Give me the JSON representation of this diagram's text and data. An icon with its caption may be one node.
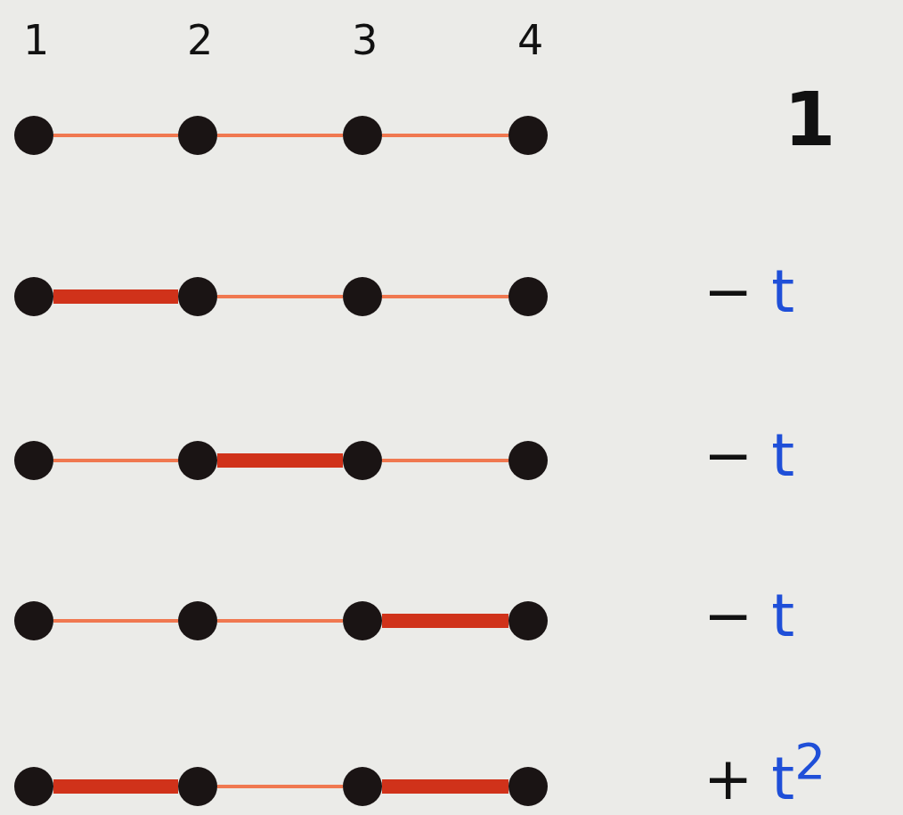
{
  "diagram": {
    "nodes": [
      {
        "text": [],
        "shape": "circle"
      },
      {
        "text": [],
        "shape": "circle"
      },
      {
        "text": [],
        "shape": "circle"
      },
      {
        "text": [],
        "shape": "circle"
      },
      {
        "text": [],
        "shape": "circle"
      },
      {
        "text": [],
        "shape": "circle"
      },
      {
        "text": [],
        "shape": "circle"
      },
      {
        "text": [],
        "shape": "circle"
      },
      {
        "text": [],
        "shape": "circle"
      },
      {
        "text": [],
        "shape": "circle"
      },
      {
        "text": [],
        "shape": "circle"
      },
      {
        "text": [],
        "shape": "circle"
      },
      {
        "text": [],
        "shape": "circle"
      },
      {
        "text": [],
        "shape": "circle"
      },
      {
        "text": [],
        "shape": "circle"
      },
      {
        "text": [],
        "shape": "circle"
      },
      {
        "text": [],
        "shape": "circle"
      },
      {
        "text": [],
        "shape": "circle"
      },
      {
        "text": [],
        "shape": "circle"
      },
      {
        "text": [],
        "shape": "circle"
      }
    ],
    "edges": [
      {
        "from": 0,
        "to": 1,
        "arrow": "none"
      },
      {
        "from": 1,
        "to": 2,
        "arrow": "none"
      },
      {
        "from": 2,
        "to": 3,
        "arrow": "none"
      },
      {
        "from": 4,
        "to": 5,
        "arrow": "none",
        "style": "thick",
        "color": "#d0321a"
      },
      {
        "from": 5,
        "to": 6,
        "arrow": "none"
      },
      {
        "from": 6,
        "to": 7,
        "arrow": "none"
      },
      {
        "from": 8,
        "to": 9,
        "arrow": "none"
      },
      {
        "from": 9,
        "to": 10,
        "arrow": "none",
        "style": "thick",
        "color": "#d0321a"
      },
      {
        "from": 10,
        "to": 11,
        "arrow": "none"
      },
      {
        "from": 12,
        "to": 13,
        "arrow": "none"
      },
      {
        "from": 13,
        "to": 14,
        "arrow": "none"
      },
      {
        "from": 14,
        "to": 15,
        "arrow": "none",
        "style": "thick",
        "color": "#d0321a"
      },
      {
        "from": 16,
        "to": 17,
        "arrow": "none",
        "style": "thick",
        "color": "#d0321a"
      },
      {
        "from": 17,
        "to": 18,
        "arrow": "none"
      },
      {
        "from": 18,
        "to": 19,
        "arrow": "none",
        "style": "thick",
        "color": "#d0321a"
      }
    ],
    "labels": [
      "1",
      "2",
      "3",
      "4",
      "1",
      "− t",
      "− t",
      "− t",
      "+ t$^{2}$"
    ]
  }
}
